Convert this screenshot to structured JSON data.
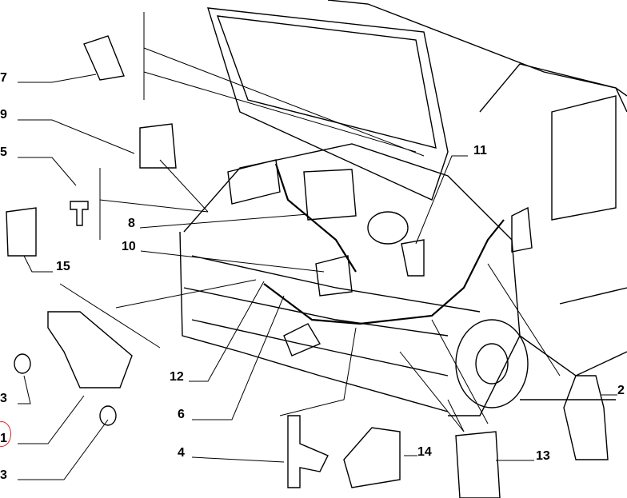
{
  "diagram": {
    "callouts": [
      {
        "id": "c7",
        "text": "7"
      },
      {
        "id": "c9",
        "text": "9"
      },
      {
        "id": "c5",
        "text": "5"
      },
      {
        "id": "c8",
        "text": "8"
      },
      {
        "id": "c10",
        "text": "10"
      },
      {
        "id": "c15",
        "text": "15"
      },
      {
        "id": "c11",
        "text": "11"
      },
      {
        "id": "c12",
        "text": "12"
      },
      {
        "id": "c6",
        "text": "6"
      },
      {
        "id": "c3a",
        "text": "3"
      },
      {
        "id": "c1",
        "text": "1"
      },
      {
        "id": "c3b",
        "text": "3"
      },
      {
        "id": "c4",
        "text": "4"
      },
      {
        "id": "c14",
        "text": "14"
      },
      {
        "id": "c13",
        "text": "13"
      },
      {
        "id": "c2",
        "text": "2"
      }
    ],
    "highlight_color": "#e02020"
  }
}
